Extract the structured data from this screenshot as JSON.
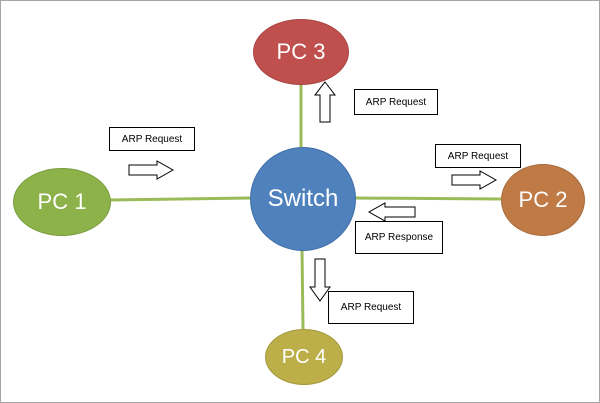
{
  "diagram": {
    "nodes": {
      "switch": "Switch",
      "pc1": "PC 1",
      "pc2": "PC 2",
      "pc3": "PC 3",
      "pc4": "PC 4"
    },
    "labels": {
      "pc3_request": "ARP Request",
      "pc1_request": "ARP Request",
      "pc2_request": "ARP Request",
      "pc2_response": "ARP Response",
      "pc4_request": "ARP Request"
    },
    "colors": {
      "link": "#9bbb59",
      "switch": "#4f81bd",
      "pc1": "#8db24a",
      "pc2": "#c07a45",
      "pc3": "#c0504d",
      "pc4": "#bcaf49"
    }
  }
}
